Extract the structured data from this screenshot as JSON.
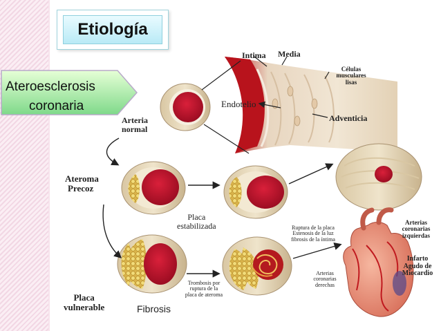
{
  "slide": {
    "title": "Etiología",
    "subtitle_line1": "Ateroesclerosis",
    "subtitle_line2": "coronaria"
  },
  "diagram": {
    "labels": {
      "intima": "Intima",
      "media": "Media",
      "celulas_1": "Células",
      "celulas_2": "musculares",
      "celulas_3": "lisas",
      "endotelio": "Endotelio",
      "adventicia": "Adventicia",
      "arteria_1": "Arteria",
      "arteria_2": "normal",
      "ateroma_1": "Ateroma",
      "ateroma_2": "Precoz",
      "placa_est_1": "Placa",
      "placa_est_2": "estabilizada",
      "ruptura_1": "Ruptura de la placa",
      "ruptura_2": "Estenosis de la luz",
      "ruptura_3": "fibrosis de la íntima",
      "arterias_izq_1": "Arterias",
      "arterias_izq_2": "coronarias",
      "arterias_izq_3": "izquierdas",
      "infarto_1": "Infarto",
      "infarto_2": "Agudo de",
      "infarto_3": "Miocardio",
      "arterias_der_1": "Arterias",
      "arterias_der_2": "coronarias",
      "arterias_der_3": "derechas",
      "trombosis_1": "Trombosis por",
      "trombosis_2": "ruptura de la",
      "trombosis_3": "placa de ateroma",
      "placa_vul_1": "Placa",
      "placa_vul_2": "vulnerable",
      "fibrosis": "Fibrosis"
    }
  }
}
